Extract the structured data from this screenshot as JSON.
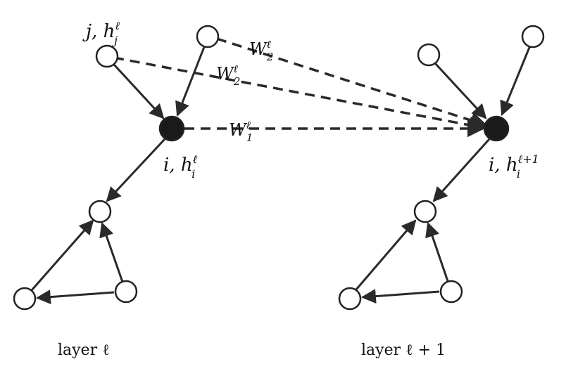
{
  "labels": {
    "node_j_left": "j, h",
    "node_j_left_sup": "ℓ",
    "node_j_left_sub": "j",
    "node_i_left": "i, h",
    "node_i_left_sup": "ℓ",
    "node_i_left_sub": "i",
    "node_i_right": "i, h",
    "node_i_right_sup": "ℓ+1",
    "node_i_right_sub": "i",
    "weight_w2_top": "W",
    "weight_w2_top_sub": "2",
    "weight_w2_top_sup": "ℓ",
    "weight_w2_mid": "W",
    "weight_w2_mid_sub": "2",
    "weight_w2_mid_sup": "ℓ",
    "weight_w1": "W",
    "weight_w1_sub": "1",
    "weight_w1_sup": "ℓ"
  },
  "captions": {
    "left": "layer ℓ",
    "right": "layer ℓ + 1"
  },
  "colors": {
    "edge": "#2a2a2a",
    "filled_node": "#1a1a1a",
    "hollow_node": "#ffffff"
  }
}
